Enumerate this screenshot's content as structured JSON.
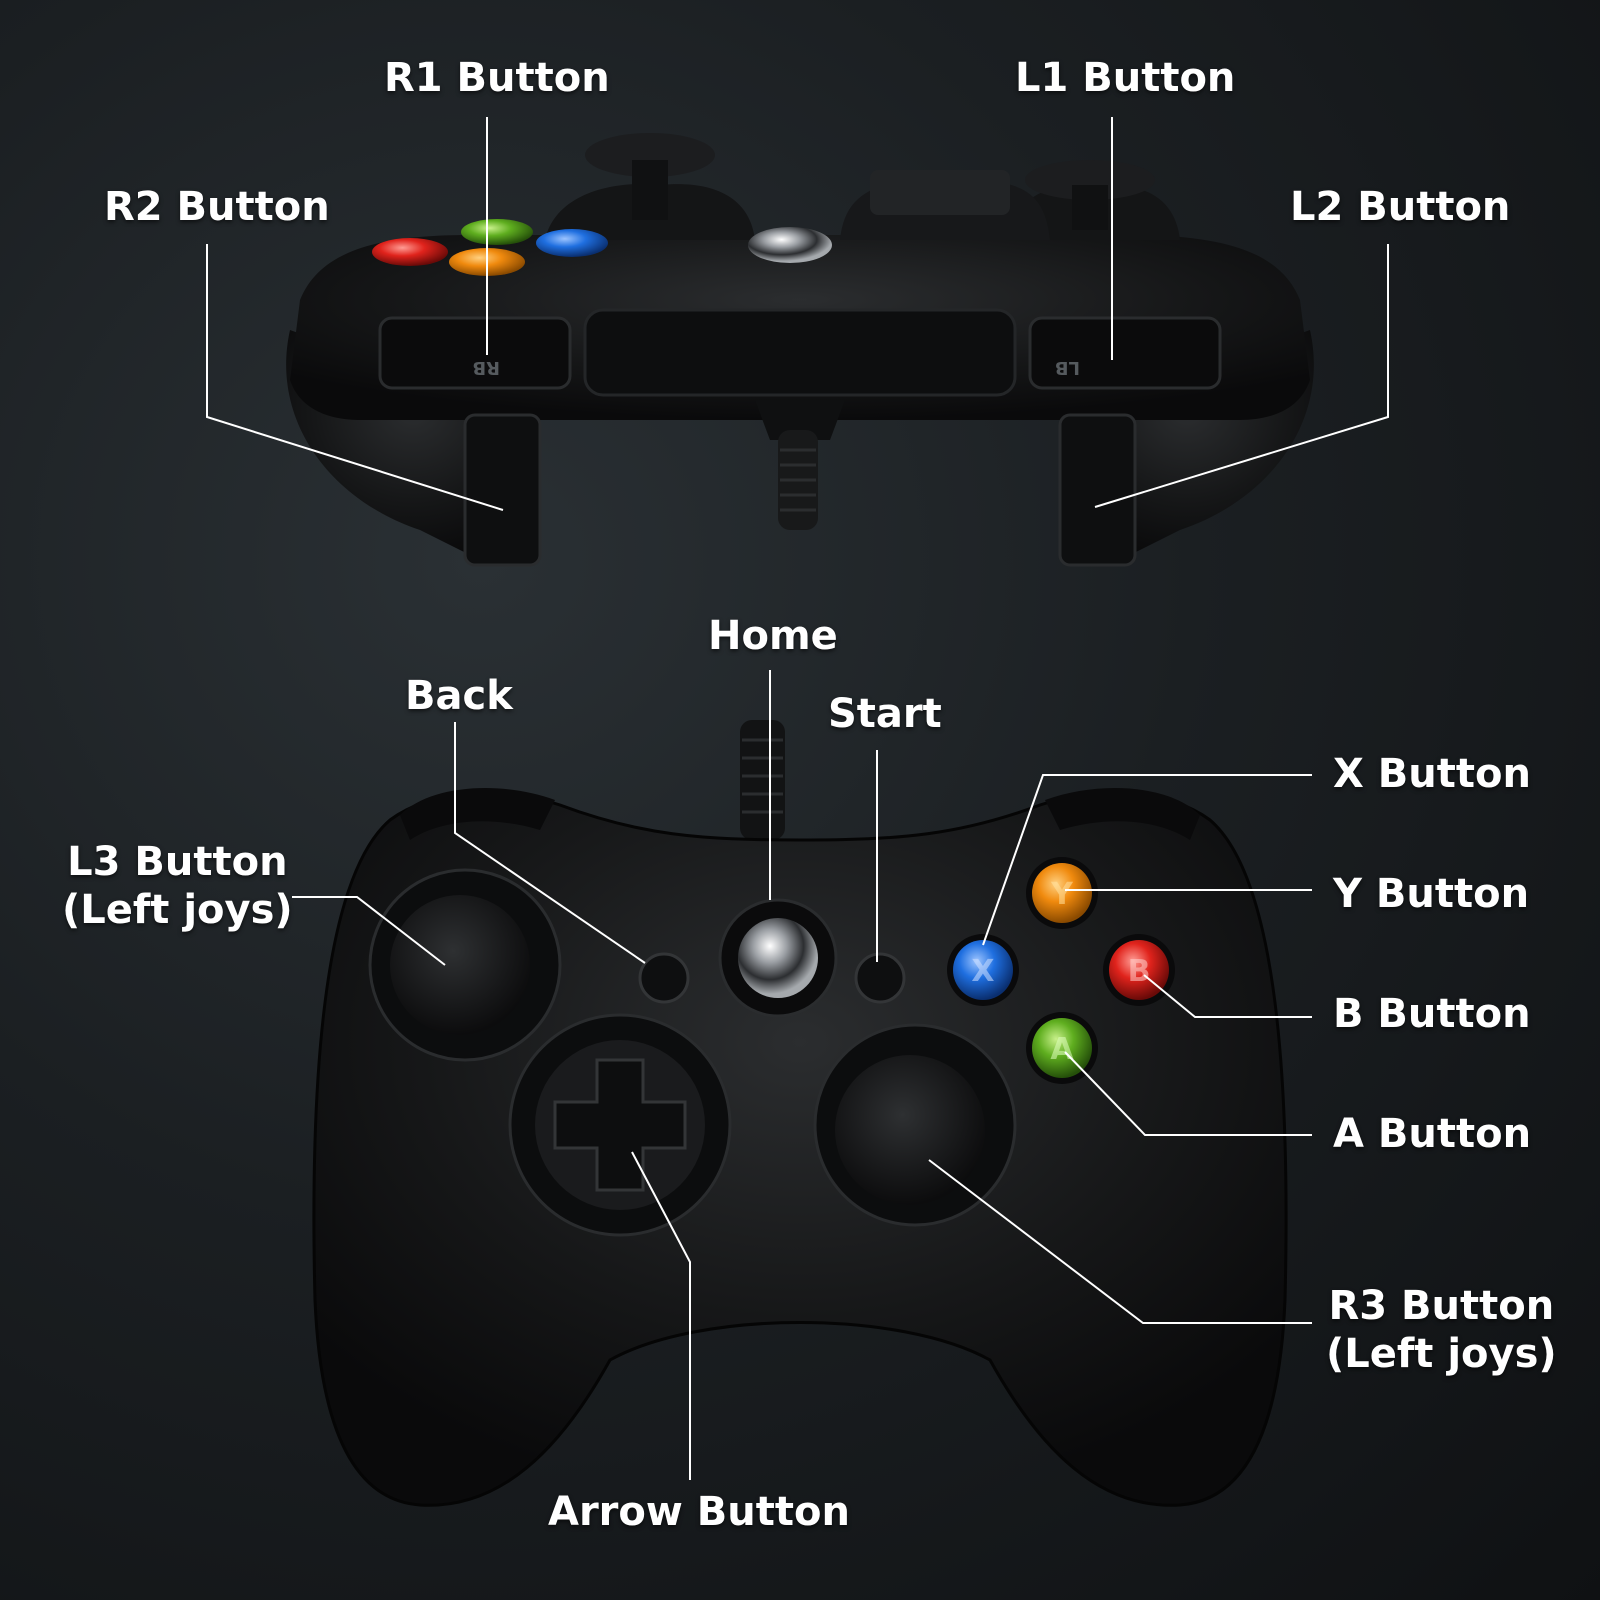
{
  "labels": {
    "r1": "R1 Button",
    "l1": "L1 Button",
    "r2": "R2 Button",
    "l2": "L2 Button",
    "home": "Home",
    "back": "Back",
    "start": "Start",
    "x": "X Button",
    "y": "Y Button",
    "b": "B Button",
    "a": "A Button",
    "l3_line1": "L3 Button",
    "l3_line2": "(Left joys)",
    "r3_line1": "R3 Button",
    "r3_line2": "(Left joys)",
    "arrow": "Arrow Button"
  },
  "face_buttons": {
    "y_letter": "Y",
    "x_letter": "X",
    "b_letter": "B",
    "a_letter": "A"
  },
  "trigger_marks": {
    "rb": "RB",
    "lb": "LB"
  },
  "colors": {
    "red": "#e0231c",
    "green": "#5fae1f",
    "orange": "#f08a0e",
    "blue": "#1f6fe0",
    "body": "#141516"
  }
}
